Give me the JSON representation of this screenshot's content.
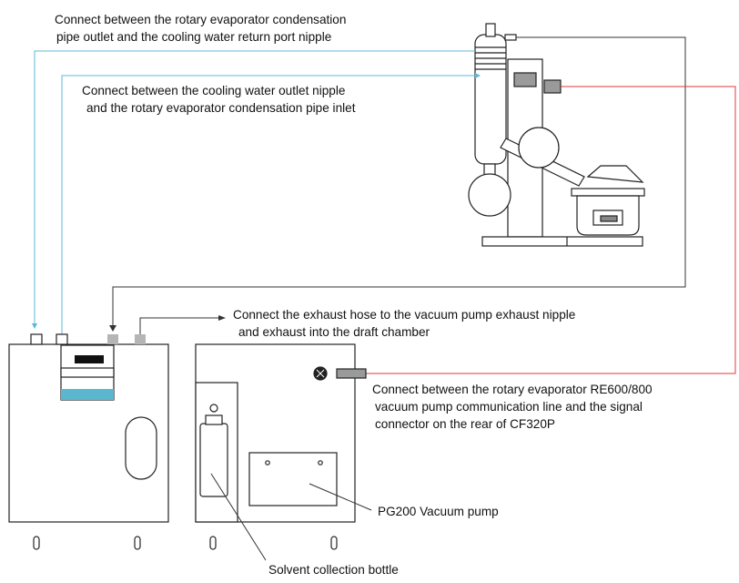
{
  "labels": {
    "condensation_outlet": {
      "line1": "Connect between the rotary evaporator condensation",
      "line2": "pipe outlet and the cooling water return port nipple"
    },
    "condensation_inlet": {
      "line1": "Connect between the cooling water outlet nipple",
      "line2": "and the rotary evaporator condensation pipe inlet"
    },
    "exhaust": {
      "line1": "Connect the exhaust hose to the vacuum pump exhaust nipple",
      "line2": "and exhaust into the draft chamber"
    },
    "signal": {
      "line1": "Connect between the rotary evaporator RE600/800",
      "line2": "vacuum pump communication line and the signal",
      "line3": "connector on the rear of CF320P"
    },
    "pump": "PG200 Vacuum pump",
    "bottle": "Solvent collection bottle"
  },
  "colors": {
    "cooling_line": "#5bb8d6",
    "signal_line": "#e0393e",
    "outline": "#222222",
    "water": "#5bb7d0",
    "connector": "#9a9a9a"
  }
}
